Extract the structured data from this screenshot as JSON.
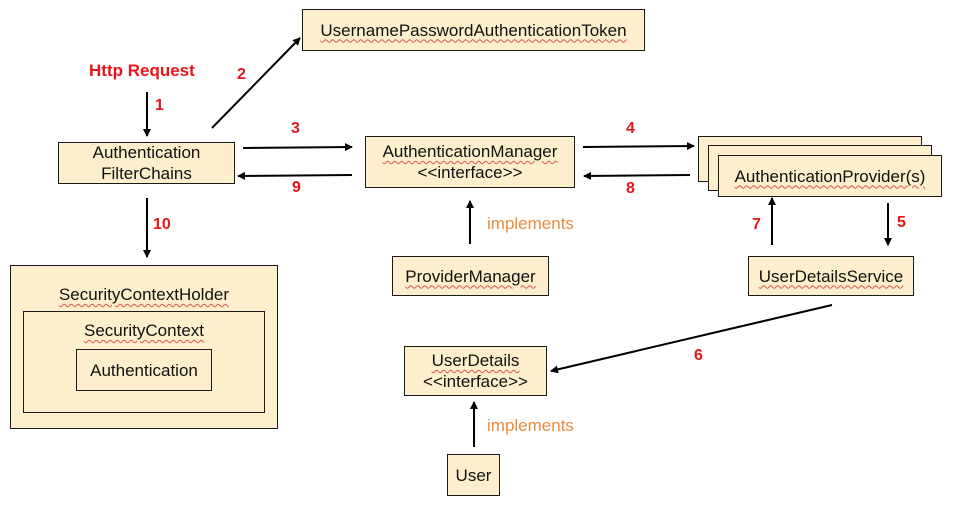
{
  "request_label": "Http Request",
  "boxes": {
    "token": "UsernamePasswordAuthenticationToken",
    "filter_line1": "Authentication",
    "filter_line2": "FilterChains",
    "manager_line1": "AuthenticationManager",
    "manager_line2": "<<interface>>",
    "provider": "AuthenticationProvider(s)",
    "provider_manager": "ProviderManager",
    "user_details_service": "UserDetailsService",
    "context_holder": "SecurityContextHolder",
    "security_context": "SecurityContext",
    "authentication": "Authentication",
    "user_details_line1": "UserDetails",
    "user_details_line2": "<<interface>>",
    "user": "User"
  },
  "implements_label": "implements",
  "steps": {
    "s1": "1",
    "s2": "2",
    "s3": "3",
    "s4": "4",
    "s5": "5",
    "s6": "6",
    "s7": "7",
    "s8": "8",
    "s9": "9",
    "s10": "10"
  },
  "colors": {
    "box_fill": "#fdefcb",
    "step_red": "#e8141b",
    "implements_orange": "#ee8a3d"
  }
}
